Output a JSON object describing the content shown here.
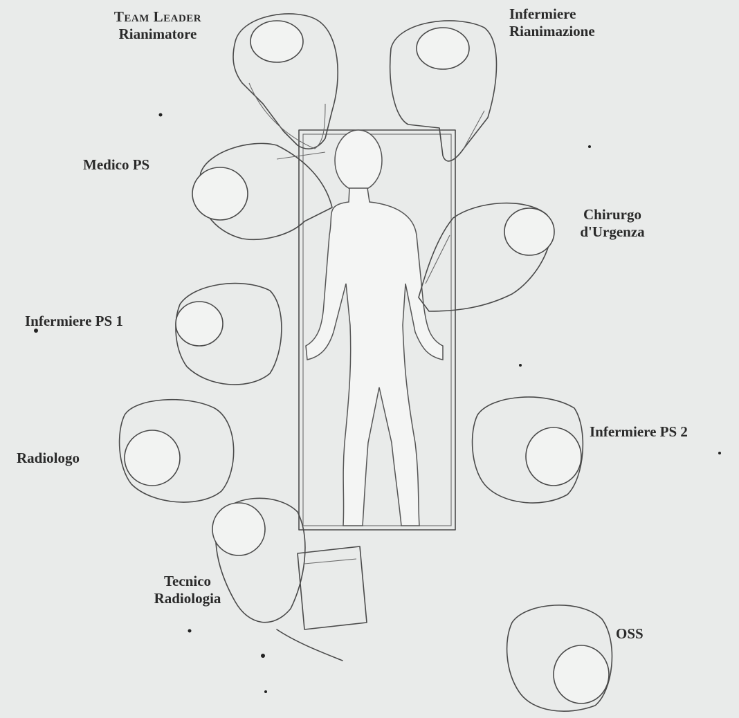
{
  "labels": {
    "team_leader_title": "Team Leader",
    "team_leader_role": "Rianimatore",
    "inf_rian_line1": "Infermiere",
    "inf_rian_line2": "Rianimazione",
    "medico_ps": "Medico PS",
    "chirurgo_line1": "Chirurgo",
    "chirurgo_line2": "d'Urgenza",
    "inf_ps1": "Infermiere PS 1",
    "inf_ps2": "Infermiere PS 2",
    "radiologo": "Radiologo",
    "tecnico_line1": "Tecnico",
    "tecnico_line2": "Radiologia",
    "oss": "OSS"
  }
}
